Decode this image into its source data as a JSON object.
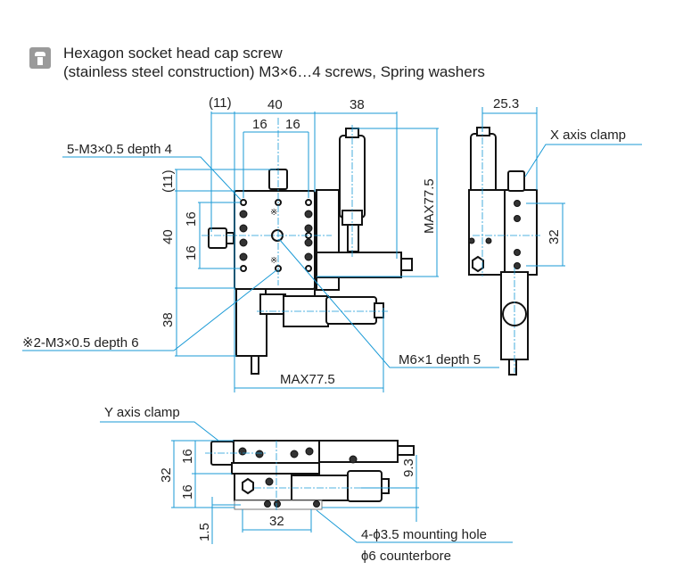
{
  "header": {
    "icon": "hex-socket-screw-icon",
    "line1": "Hexagon socket head cap screw",
    "line2": "(stainless steel construction) M3×6…4 screws, Spring washers"
  },
  "top_view": {
    "dim_11_top": "(11)",
    "dim_40_top": "40",
    "dim_38_top": "38",
    "dim_16_a": "16",
    "dim_16_b": "16",
    "dim_11_left": "(11)",
    "dim_16_left_a": "16",
    "dim_40_left": "40",
    "dim_16_left_b": "16",
    "dim_38_left": "38",
    "dim_max_right": "MAX77.5",
    "dim_max_bottom": "MAX77.5",
    "callout_tapped_holes": "5-M3×0.5 depth 4",
    "callout_rear_holes": "※2-M3×0.5 depth 6",
    "callout_center_hole": "M6×1 depth 5",
    "mark_symbol": "※"
  },
  "side_view": {
    "dim_width": "25.3",
    "dim_32": "32",
    "x_clamp_label": "X axis clamp"
  },
  "front_view": {
    "y_clamp_label": "Y axis clamp",
    "dim_16_a": "16",
    "dim_32_left": "32",
    "dim_16_b": "16",
    "dim_9_3": "9.3",
    "dim_1_5": "1.5",
    "dim_32_bottom": "32",
    "mounting_hole": "4-ϕ3.5 mounting hole",
    "counterbore": "ϕ6 counterbore"
  }
}
